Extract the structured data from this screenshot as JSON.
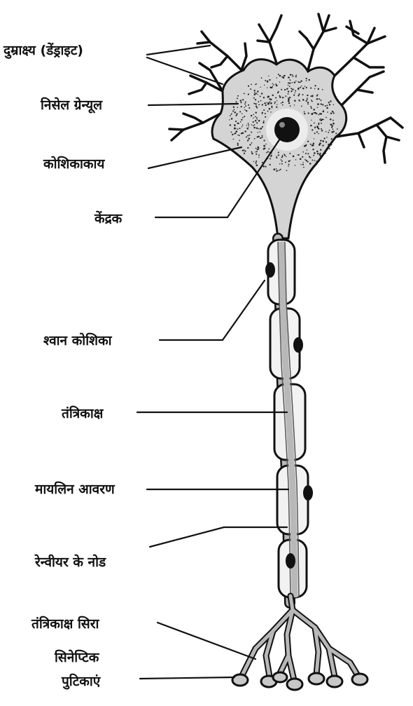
{
  "colors": {
    "ink": "#111111",
    "cytoplasm": "#d4d4d4",
    "nucleus": "#111111",
    "myelin": "#f2f2f2",
    "axon": "#b8b8b8",
    "background": "#ffffff"
  },
  "labels": {
    "dendrites": "दुम्राक्ष्य (डेंड्राइट)",
    "nissl_granules": "निसेल ग्रेन्यूल",
    "cell_body": "कोशिकाकाय",
    "nucleus": "केंद्रक",
    "schwann_cell": "श्वान कोशिका",
    "axon": "तंत्रिकाक्ष",
    "myelin_sheath": "मायलिन आवरण",
    "node_of_ranvier": "रेन्वीयर के नोड",
    "axon_terminal": "तंत्रिकाक्ष सिरा",
    "synaptic_vesicles_line1": "सिनेप्टिक",
    "synaptic_vesicles_line2": "पुटिकाएं"
  }
}
